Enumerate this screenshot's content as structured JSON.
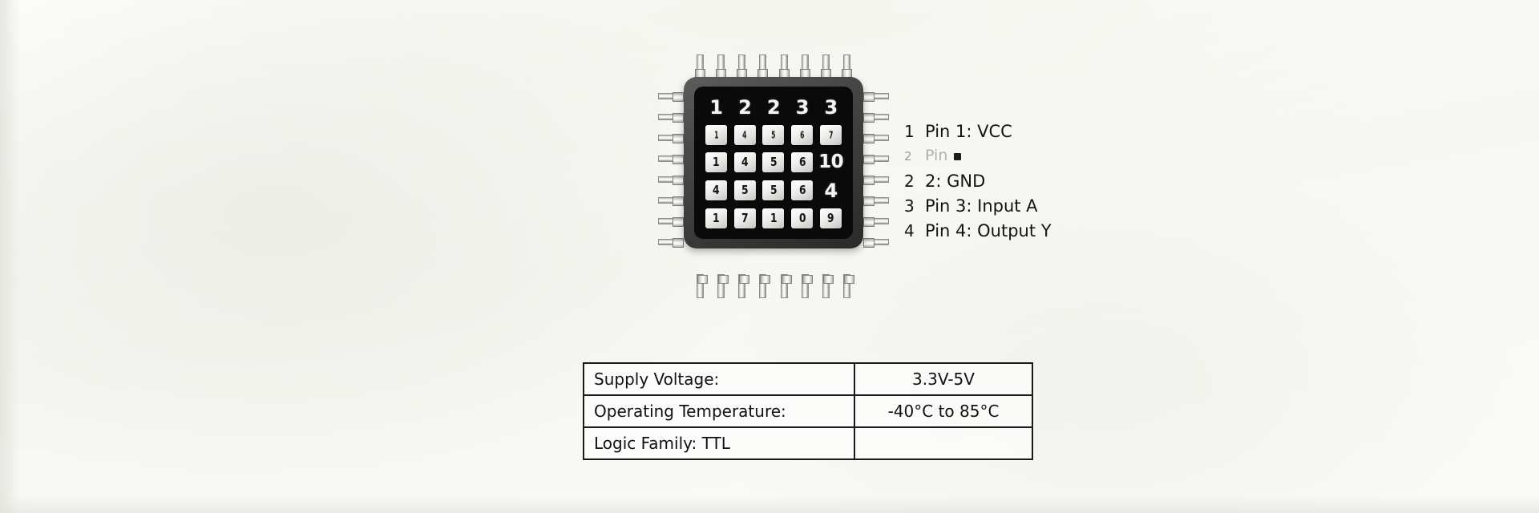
{
  "background_color": "#fbfbf8",
  "chip": {
    "name": "ic-chip",
    "package": "QFP",
    "pins_per_side": 8,
    "body_color": "#2a2a2a",
    "die_color": "#0a0a0a",
    "die_grid": [
      [
        {
          "kind": "text",
          "value": "1"
        },
        {
          "kind": "text",
          "value": "2"
        },
        {
          "kind": "text",
          "value": "2"
        },
        {
          "kind": "text",
          "value": "3"
        },
        {
          "kind": "text",
          "value": "3"
        }
      ],
      [
        {
          "kind": "pad",
          "value": "1"
        },
        {
          "kind": "pad",
          "value": "4"
        },
        {
          "kind": "pad",
          "value": "5"
        },
        {
          "kind": "pad",
          "value": "6"
        },
        {
          "kind": "pad",
          "value": "7"
        }
      ],
      [
        {
          "kind": "pad",
          "value": "1"
        },
        {
          "kind": "pad",
          "value": "4"
        },
        {
          "kind": "pad",
          "value": "5"
        },
        {
          "kind": "pad",
          "value": "6"
        },
        {
          "kind": "text",
          "value": "10"
        }
      ],
      [
        {
          "kind": "pad",
          "value": "4"
        },
        {
          "kind": "pad",
          "value": "5"
        },
        {
          "kind": "pad",
          "value": "5"
        },
        {
          "kind": "pad",
          "value": "6"
        },
        {
          "kind": "text",
          "value": "4"
        }
      ],
      [
        {
          "kind": "pad",
          "value": "1"
        },
        {
          "kind": "pad",
          "value": "7"
        },
        {
          "kind": "pad",
          "value": "1"
        },
        {
          "kind": "pad",
          "value": "0"
        },
        {
          "kind": "pad",
          "value": "9"
        }
      ]
    ]
  },
  "pin_legend": {
    "rows": [
      {
        "num": "1",
        "text": "Pin 1: VCC",
        "faded": false,
        "blot": false
      },
      {
        "num": "2",
        "text": "Pin",
        "faded": true,
        "blot": true
      },
      {
        "num": "2",
        "text": "2:  GND",
        "faded": false,
        "blot": false
      },
      {
        "num": "3",
        "text": "Pin 3: Input A",
        "faded": false,
        "blot": false
      },
      {
        "num": "4",
        "text": "Pin 4: Output Y",
        "faded": false,
        "blot": false
      }
    ]
  },
  "spec_table": {
    "rows": [
      {
        "label": "Supply Voltage:",
        "value": "3.3V-5V"
      },
      {
        "label": "Operating Temperature:",
        "value": "-40°C to 85°C"
      },
      {
        "label": "Logic Family: TTL",
        "value": ""
      }
    ]
  }
}
